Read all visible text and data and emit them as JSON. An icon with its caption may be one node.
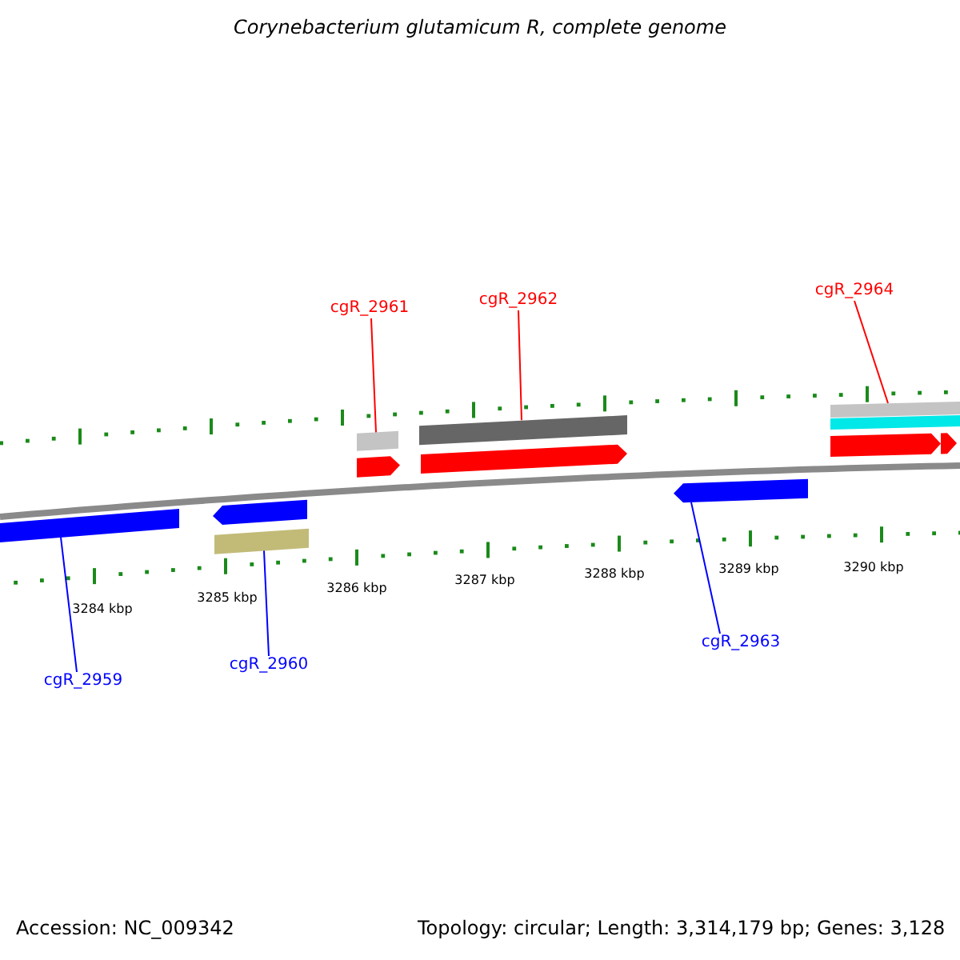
{
  "diagram": {
    "title": "Corynebacterium glutamicum R, complete genome",
    "nodes": [
      {
        "text": [
          "cgR_2961"
        ]
      },
      {
        "text": [
          "cgR_2962"
        ]
      },
      {
        "text": [
          "cgR_2964"
        ]
      },
      {
        "text": [
          "cgR_2959"
        ]
      },
      {
        "text": [
          "cgR_2960"
        ]
      },
      {
        "text": [
          "cgR_2963"
        ]
      },
      {
        "text": [],
        "shape": "bar"
      },
      {
        "text": [],
        "shape": "arrow"
      },
      {
        "text": [],
        "shape": "bar"
      },
      {
        "text": [],
        "shape": "arrow"
      },
      {
        "text": [],
        "shape": "bar"
      },
      {
        "text": [],
        "shape": "bar"
      },
      {
        "text": [],
        "shape": "arrow"
      },
      {
        "text": [],
        "shape": "arrow"
      },
      {
        "text": [],
        "shape": "bar"
      },
      {
        "text": [],
        "shape": "bar"
      },
      {
        "text": [],
        "shape": "arrow"
      },
      {
        "text": [],
        "shape": "arrow"
      }
    ],
    "edges": [
      {
        "from": 0,
        "to": 10,
        "arrow": "none",
        "color": "#ff0000"
      },
      {
        "from": 1,
        "to": 11,
        "arrow": "none",
        "color": "#ff0000"
      },
      {
        "from": 2,
        "to": 14,
        "arrow": "none",
        "color": "#ff0000"
      },
      {
        "from": 3,
        "to": 6,
        "arrow": "none",
        "color": "#0000ff"
      },
      {
        "from": 4,
        "to": 8,
        "arrow": "none",
        "color": "#0000ff"
      },
      {
        "from": 5,
        "to": 13,
        "arrow": "none",
        "color": "#0000ff"
      }
    ],
    "labels": [
      "3284 kbp",
      "3285 kbp",
      "3286 kbp",
      "3287 kbp",
      "3288 kbp",
      "3289 kbp",
      "3290 kbp",
      "Accession: NC_009342",
      "Topology: circular; Length: 3,314,179 bp; Genes: 3,128"
    ]
  }
}
